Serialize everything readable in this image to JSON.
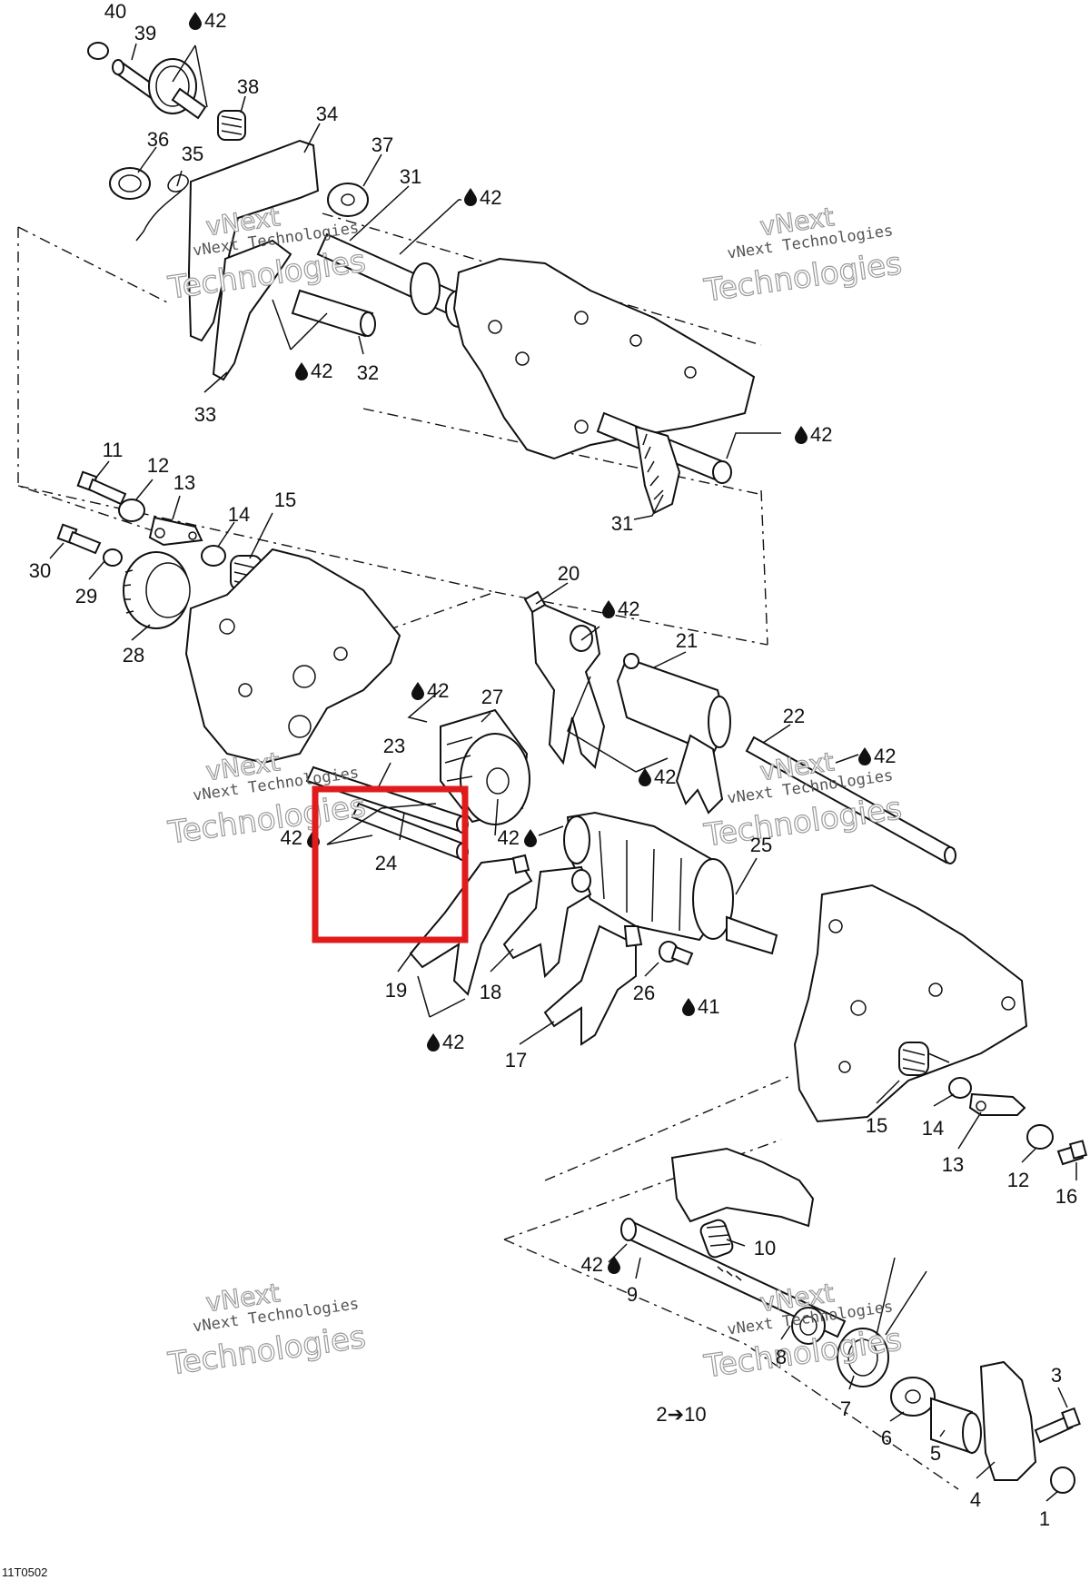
{
  "diagram": {
    "drawing_code": "11T0502",
    "highlight_color": "#e01b1b",
    "watermark": {
      "line1": "vNext",
      "line2": "vNext Technologies",
      "line3": "Technologies"
    },
    "callouts": {
      "c40": "40",
      "c39": "39",
      "c38": "38",
      "c34": "34",
      "c36": "36",
      "c35": "35",
      "c37": "37",
      "c31a": "31",
      "c31b": "31",
      "c32": "32",
      "c33": "33",
      "c11": "11",
      "c12": "12",
      "c13a": "13",
      "c14a": "14",
      "c15a": "15",
      "c30": "30",
      "c29": "29",
      "c28": "28",
      "c20": "20",
      "c21": "21",
      "c22": "22",
      "c27": "27",
      "c23": "23",
      "c24": "24",
      "c25": "25",
      "c19": "19",
      "c18": "18",
      "c26": "26",
      "c17": "17",
      "c15b": "15",
      "c14b": "14",
      "c13b": "13",
      "c12b": "12",
      "c16": "16",
      "c10": "10",
      "c9": "9",
      "c8": "8",
      "c7": "7",
      "c6": "6",
      "c5": "5",
      "c4": "4",
      "c3": "3",
      "c1": "1",
      "c2to10": "2➔10"
    },
    "lube": {
      "l42a": "42",
      "l42b": "42",
      "l42c": "42",
      "l42d": "42",
      "l42e": "42",
      "l42f": "42",
      "l42g": "42",
      "l42h": "42",
      "l42i": "42",
      "l42j": "42",
      "l42k": "42",
      "l42l": "42",
      "l41": "41"
    }
  }
}
